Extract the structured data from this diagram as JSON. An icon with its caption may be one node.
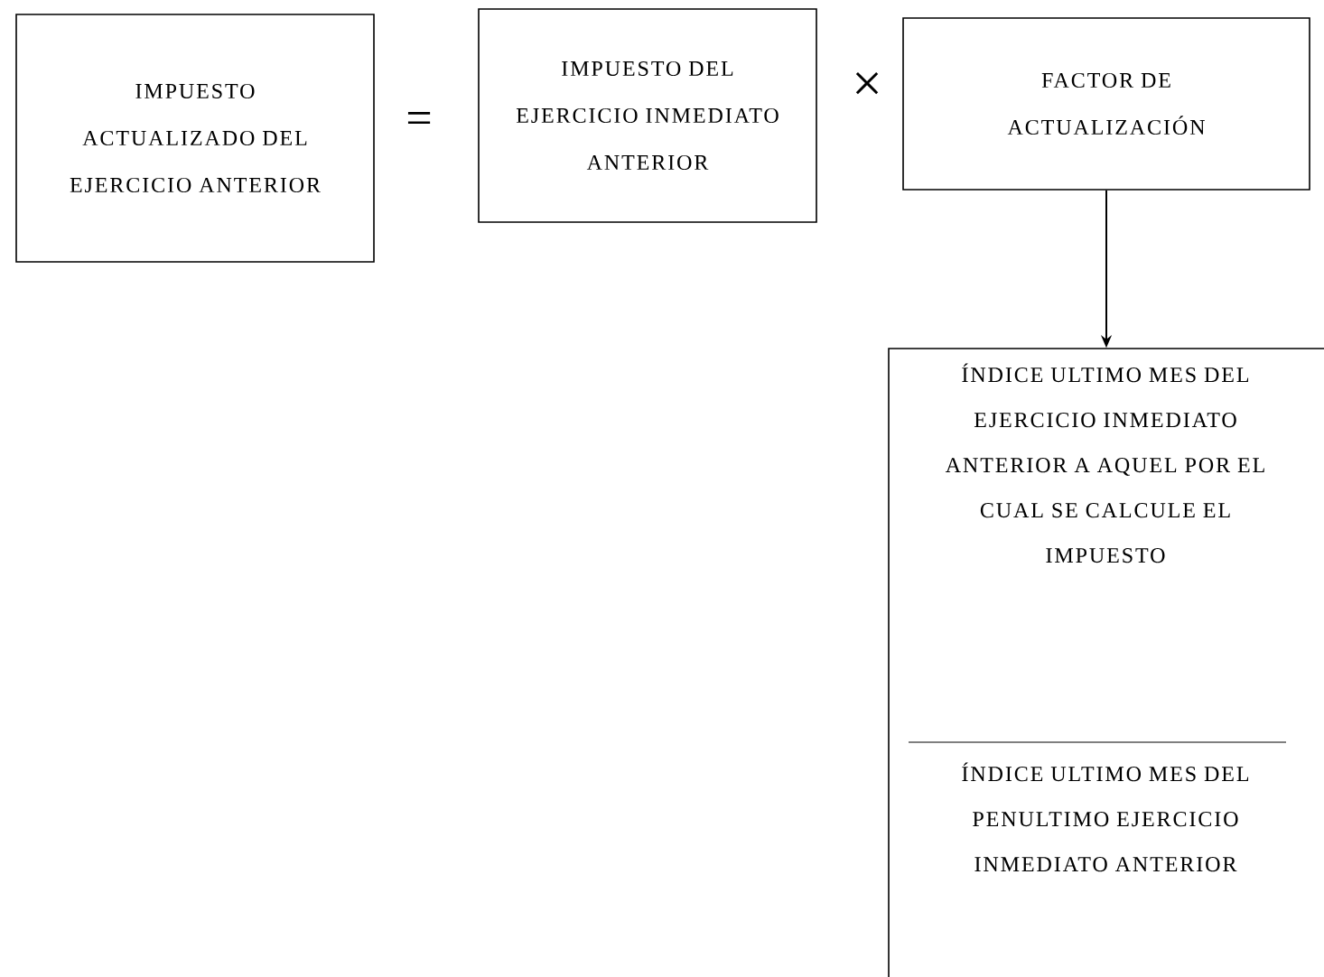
{
  "diagram": {
    "nodes": [
      {
        "text": [
          "IMPUESTO ACTUALIZADO DEL EJERCICIO ANTERIOR"
        ]
      },
      {
        "text": [
          "IMPUESTO DEL EJERCICIO INMEDIATO ANTERIOR"
        ]
      },
      {
        "text": [
          "FACTOR DE ACTUALIZACIÓN"
        ]
      },
      {
        "text": [
          "ÍNDICE ULTIMO MES DEL EJERCICIO INMEDIATO ANTERIOR A AQUEL POR EL CUAL SE CALCULE EL IMPUESTO",
          "ÍNDICE ULTIMO MES DEL PENULTIMO EJERCICIO INMEDIATO ANTERIOR"
        ]
      }
    ],
    "edges": [
      {
        "from": 2,
        "to": 3,
        "arrow": "to"
      }
    ],
    "labels": [
      "=",
      "×"
    ]
  }
}
